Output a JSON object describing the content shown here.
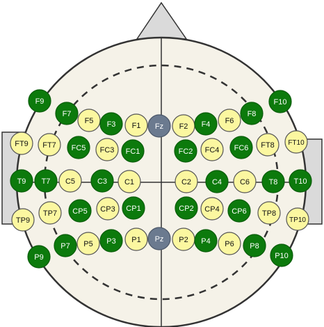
{
  "colors": {
    "head_fill": "#f5f2e8",
    "head_stroke": "#333333",
    "nose_ear_fill": "#dadada",
    "green": "#0c7a0c",
    "green_stroke": "#0a5c0a",
    "yellow": "#fbf7a0",
    "yellow_stroke": "#555555",
    "gray": "#6b7a8f",
    "gray_stroke": "#4a5668"
  },
  "electrodes": [
    {
      "label": "F9",
      "kind": "green"
    },
    {
      "label": "F10",
      "kind": "green"
    },
    {
      "label": "F7",
      "kind": "green"
    },
    {
      "label": "F5",
      "kind": "yellow"
    },
    {
      "label": "F3",
      "kind": "green"
    },
    {
      "label": "F1",
      "kind": "yellow"
    },
    {
      "label": "Fz",
      "kind": "gray"
    },
    {
      "label": "F2",
      "kind": "yellow"
    },
    {
      "label": "F4",
      "kind": "green"
    },
    {
      "label": "F6",
      "kind": "yellow"
    },
    {
      "label": "F8",
      "kind": "green"
    },
    {
      "label": "FT9",
      "kind": "yellow"
    },
    {
      "label": "FT7",
      "kind": "yellow"
    },
    {
      "label": "FC5",
      "kind": "green"
    },
    {
      "label": "FC3",
      "kind": "yellow"
    },
    {
      "label": "FC1",
      "kind": "green"
    },
    {
      "label": "FC2",
      "kind": "green"
    },
    {
      "label": "FC4",
      "kind": "yellow"
    },
    {
      "label": "FC6",
      "kind": "green"
    },
    {
      "label": "FT8",
      "kind": "yellow"
    },
    {
      "label": "FT10",
      "kind": "yellow"
    },
    {
      "label": "T9",
      "kind": "green"
    },
    {
      "label": "T7",
      "kind": "green"
    },
    {
      "label": "C5",
      "kind": "yellow"
    },
    {
      "label": "C3",
      "kind": "green"
    },
    {
      "label": "C1",
      "kind": "yellow"
    },
    {
      "label": "C2",
      "kind": "yellow"
    },
    {
      "label": "C4",
      "kind": "green"
    },
    {
      "label": "C6",
      "kind": "yellow"
    },
    {
      "label": "T8",
      "kind": "green"
    },
    {
      "label": "T10",
      "kind": "green"
    },
    {
      "label": "TP9",
      "kind": "yellow"
    },
    {
      "label": "TP7",
      "kind": "yellow"
    },
    {
      "label": "CP5",
      "kind": "green"
    },
    {
      "label": "CP3",
      "kind": "yellow"
    },
    {
      "label": "CP1",
      "kind": "green"
    },
    {
      "label": "CP2",
      "kind": "green"
    },
    {
      "label": "CP4",
      "kind": "yellow"
    },
    {
      "label": "CP6",
      "kind": "green"
    },
    {
      "label": "TP8",
      "kind": "yellow"
    },
    {
      "label": "TP10",
      "kind": "yellow"
    },
    {
      "label": "P9",
      "kind": "green"
    },
    {
      "label": "P7",
      "kind": "green"
    },
    {
      "label": "P5",
      "kind": "yellow"
    },
    {
      "label": "P3",
      "kind": "green"
    },
    {
      "label": "P1",
      "kind": "yellow"
    },
    {
      "label": "Pz",
      "kind": "gray"
    },
    {
      "label": "P2",
      "kind": "yellow"
    },
    {
      "label": "P4",
      "kind": "green"
    },
    {
      "label": "P6",
      "kind": "yellow"
    },
    {
      "label": "P8",
      "kind": "green"
    },
    {
      "label": "P10",
      "kind": "green"
    }
  ]
}
